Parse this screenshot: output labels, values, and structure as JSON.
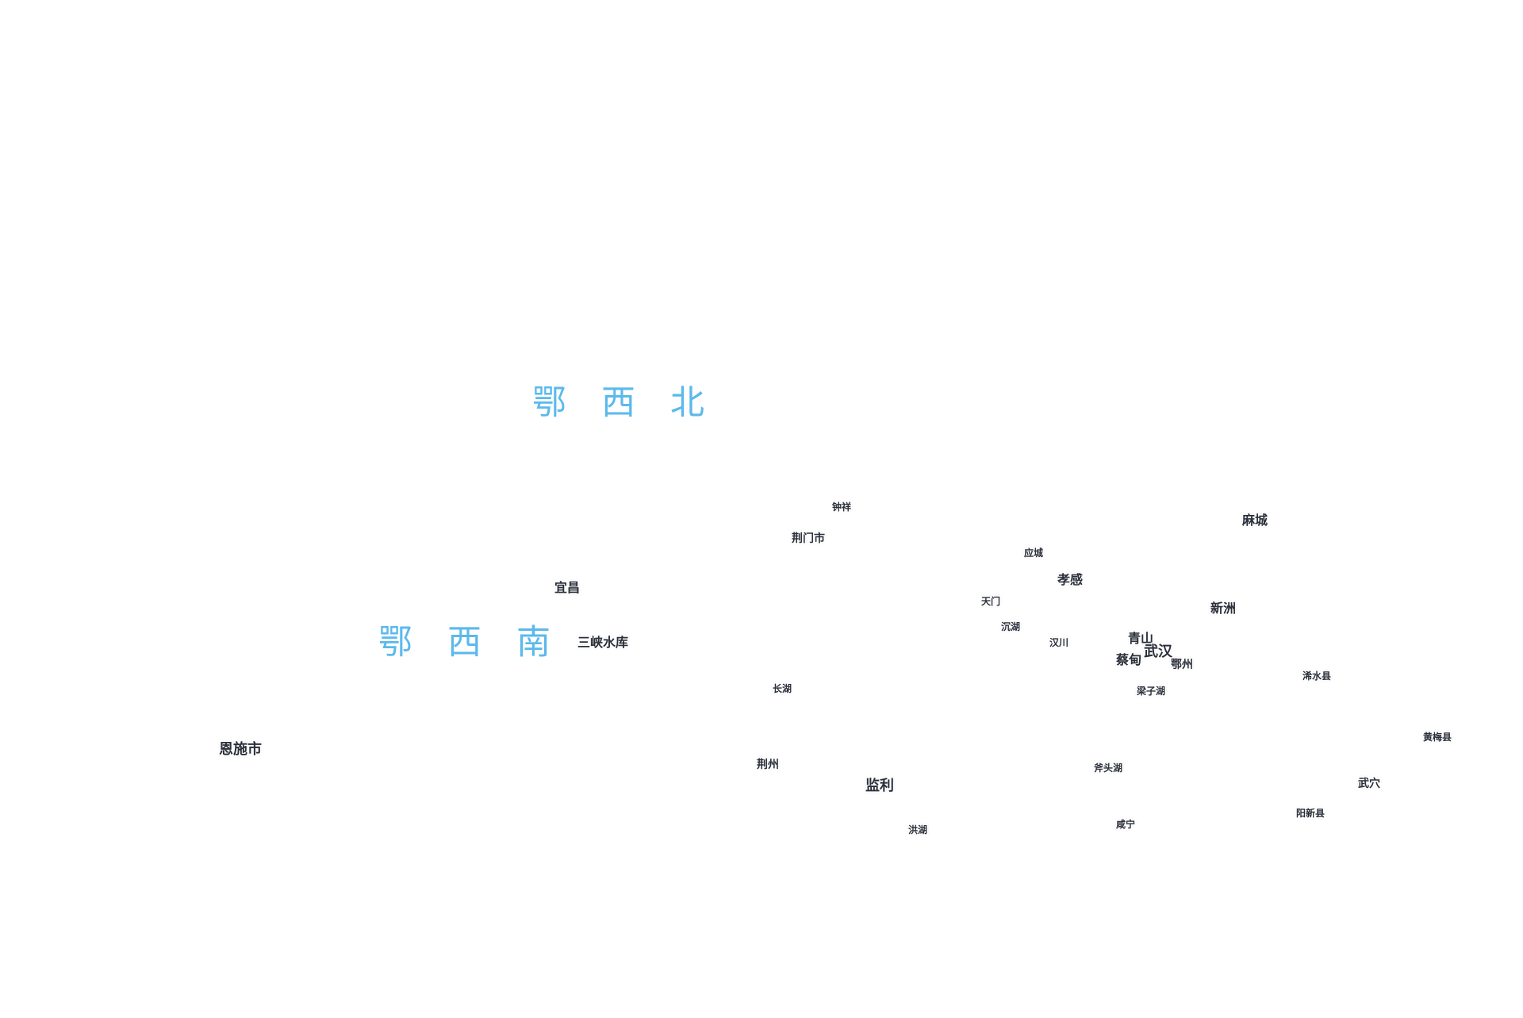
{
  "regions": {
    "northwest": "鄂西北",
    "southwest": "鄂西南"
  },
  "cities": {
    "zhongxiang": "钟祥",
    "jingmen": "荆门市",
    "macheng": "麻城",
    "yingcheng": "应城",
    "xiaogan": "孝感",
    "yichang": "宜昌",
    "xinzhou": "新洲",
    "tianmen": "天门",
    "sanxia": "三峡水库",
    "chenhu": "沉湖",
    "hanchuan": "汉川",
    "qingshan": "青山",
    "wuhan": "武汉",
    "caidian": "蔡甸",
    "ezhou": "鄂州",
    "xishui": "浠水县",
    "changhu": "长湖",
    "liangzihu": "梁子湖",
    "huangmei": "黄梅县",
    "enshi": "恩施市",
    "jingzhou": "荆州",
    "futouhu": "斧头湖",
    "jianli": "监利",
    "wuxue": "武穴",
    "yangxin": "阳新县",
    "xianning": "咸宁",
    "honghu": "洪湖"
  },
  "colors": {
    "region_label": "#5bb9ec",
    "city_label": "#2a2f3a",
    "background": "#ffffff"
  }
}
